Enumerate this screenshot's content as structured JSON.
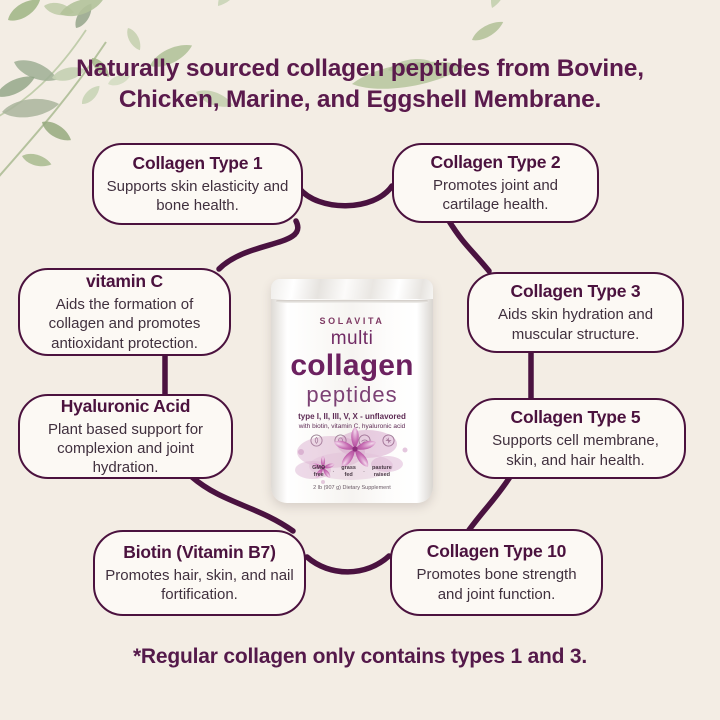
{
  "page": {
    "headline": "Naturally sourced collagen peptides from Bovine, Chicken, Marine, and Eggshell Membrane.",
    "footnote": "*Regular collagen only contains types 1 and 3.",
    "colors": {
      "background": "#f3ede4",
      "accent_purple": "#4b123e",
      "headline_purple": "#5a1a4c",
      "box_background": "#fcf9f4",
      "body_text": "#40303e",
      "leaf_green": "#a9b893",
      "flower_magenta": "#b3479b"
    }
  },
  "callouts": [
    {
      "title": "Collagen Type 1",
      "body": "Supports skin elasticity and bone health."
    },
    {
      "title": "Collagen Type 2",
      "body": "Promotes joint and cartilage health."
    },
    {
      "title": "vitamin C",
      "body": "Aids the formation of collagen and promotes antioxidant protection."
    },
    {
      "title": "Collagen Type 3",
      "body": "Aids skin hydration and muscular structure."
    },
    {
      "title": "Hyaluronic Acid",
      "body": "Plant based support for complexion and joint hydration."
    },
    {
      "title": "Collagen Type 5",
      "body": "Supports cell membrane, skin, and hair health."
    },
    {
      "title": "Biotin (Vitamin B7)",
      "body": "Promotes hair, skin, and nail fortification."
    },
    {
      "title": "Collagen Type 10",
      "body": "Promotes bone strength and joint function."
    }
  ],
  "product": {
    "brand": "SOLAVITA",
    "title_line1": "multi",
    "title_line2": "collagen",
    "title_line3": "peptides",
    "types_line": "type I, II, III, V, X - unflavored",
    "with_line": "with biotin, vitamin C, hyaluronic acid",
    "seal_icons": [
      "seal-icon-1",
      "seal-icon-2",
      "seal-icon-3",
      "seal-icon-4"
    ],
    "badge_separator": "·",
    "badges": [
      {
        "top": "GMO",
        "bottom": "free"
      },
      {
        "top": "grass",
        "bottom": "fed"
      },
      {
        "top": "pasture",
        "bottom": "raised"
      }
    ],
    "size_line": "2 lb (907 g) Dietary Supplement"
  }
}
